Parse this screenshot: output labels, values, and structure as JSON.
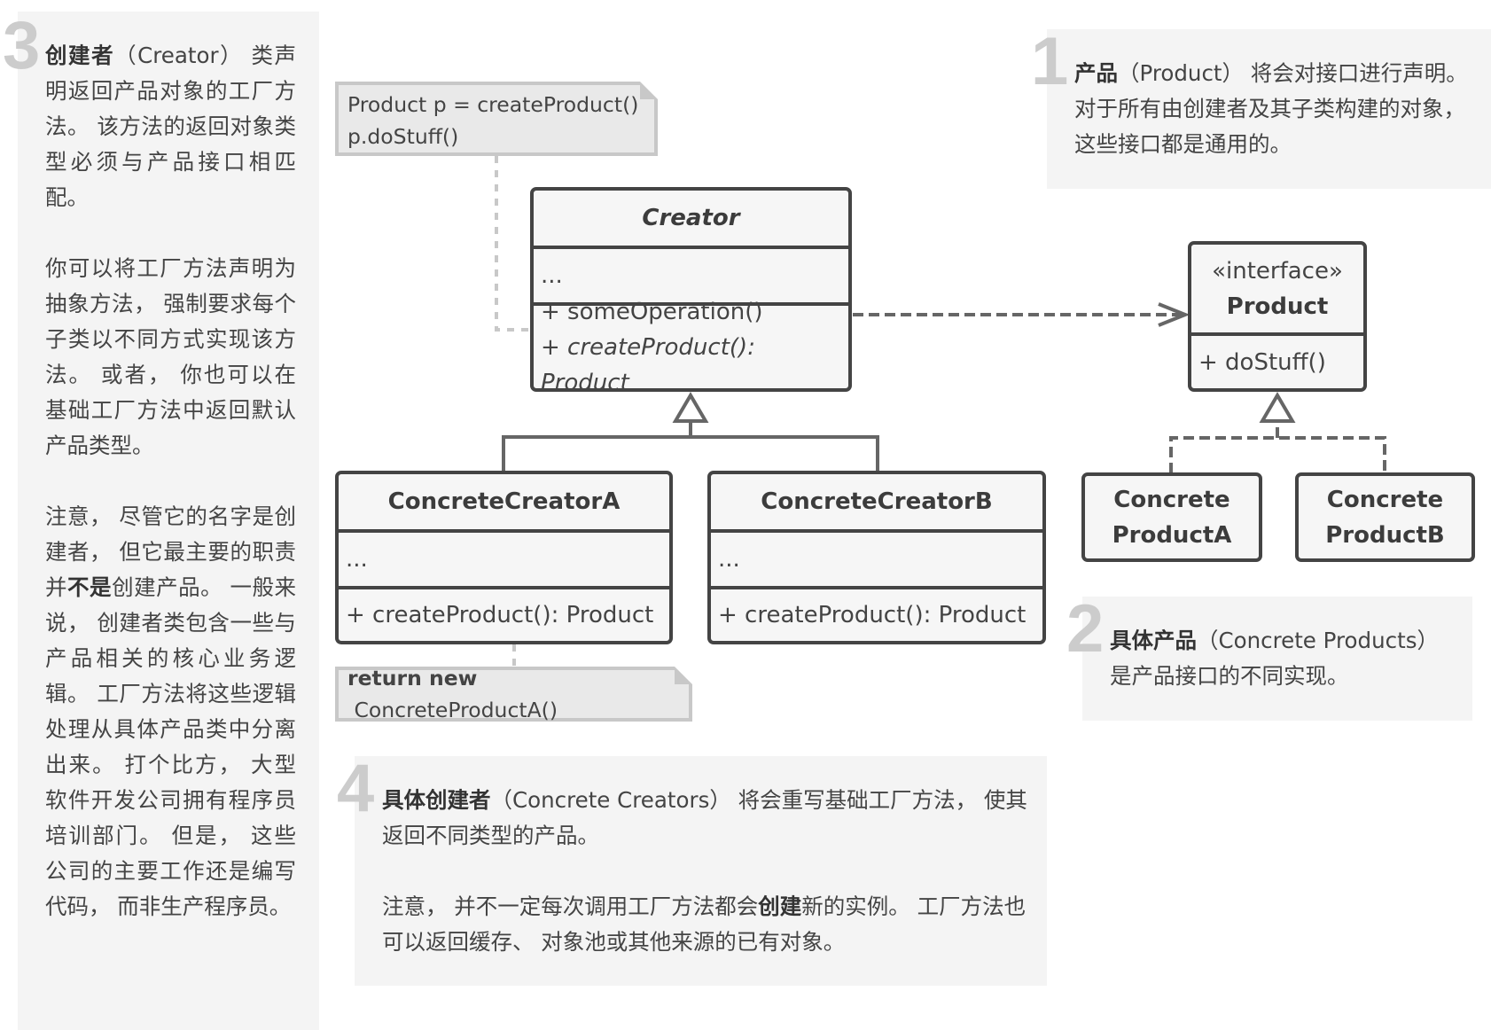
{
  "colors": {
    "panel_bg": "#f4f4f4",
    "numeral": "#cccccc",
    "text": "#444444",
    "box_border": "#444444",
    "box_fill": "#f6f6f6",
    "note_fill": "#e9e9e9",
    "note_border": "#c8c8c8",
    "connector": "#666666"
  },
  "panels": {
    "creator": {
      "number": "3",
      "title_bold": "创建者",
      "title_rest": "（Creator） 类声明返回产品对象的工厂方法。 该方法的返回对象类型必须与产品接口相匹配。",
      "para2": "你可以将工厂方法声明为抽象方法， 强制要求每个子类以不同方式实现该方法。 或者， 你也可以在基础工厂方法中返回默认产品类型。",
      "para3_before": "注意， 尽管它的名字是创建者， 但它最主要的职责并",
      "para3_bold": "不是",
      "para3_after": "创建产品。 一般来说， 创建者类包含一些与产品相关的核心业务逻辑。 工厂方法将这些逻辑处理从具体产品类中分离出来。 打个比方， 大型软件开发公司拥有程序员培训部门。 但是， 这些公司的主要工作还是编写代码， 而非生产程序员。"
    },
    "product": {
      "number": "1",
      "title_bold": "产品",
      "title_rest": "（Product） 将会对接口进行声明。 对于所有由创建者及其子类构建的对象， 这些接口都是通用的。"
    },
    "concrete_products": {
      "number": "2",
      "title_bold": "具体产品",
      "title_rest": "（Concrete Products） 是产品接口的不同实现。"
    },
    "concrete_creators": {
      "number": "4",
      "title_bold": "具体创建者",
      "title_rest": "（Concrete Creators） 将会重写基础工厂方法， 使其返回不同类型的产品。",
      "para2_before": "注意， 并不一定每次调用工厂方法都会",
      "para2_bold": "创建",
      "para2_after": "新的实例。 工厂方法也可以返回缓存、 对象池或其他来源的已有对象。"
    }
  },
  "diagram": {
    "creator": {
      "name": "Creator",
      "fields": "...",
      "method1": "+ someOperation()",
      "method2": "+ createProduct(): Product"
    },
    "concrete_creator_a": {
      "name": "ConcreteCreatorA",
      "fields": "...",
      "method": "+ createProduct(): Product"
    },
    "concrete_creator_b": {
      "name": "ConcreteCreatorB",
      "fields": "...",
      "method": "+ createProduct(): Product"
    },
    "product": {
      "stereotype": "«interface»",
      "name": "Product",
      "method": "+ doStuff()"
    },
    "concrete_product_a": {
      "line1": "Concrete",
      "line2": "ProductA"
    },
    "concrete_product_b": {
      "line1": "Concrete",
      "line2": "ProductB"
    },
    "note_some_operation": {
      "line1": "Product p = createProduct()",
      "line2": "p.doStuff()"
    },
    "note_create_a": {
      "bold": "return new",
      "rest": " ConcreteProductA()"
    }
  }
}
